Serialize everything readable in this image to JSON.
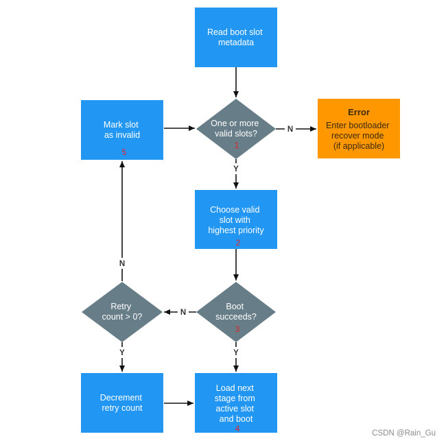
{
  "colors": {
    "process_box": "#2196f3",
    "decision": "#677d87",
    "error_box": "#ff9800",
    "arrow": "#111111",
    "step_number": "#e0222a"
  },
  "nodes": {
    "read_metadata": {
      "lines": [
        "Read boot slot",
        "metadata"
      ]
    },
    "valid_slots": {
      "lines": [
        "One or more",
        "valid slots?"
      ],
      "step": "1"
    },
    "error": {
      "title": "Error",
      "lines": [
        "Enter bootloader",
        "recover mode",
        "(if applicable)"
      ]
    },
    "mark_invalid": {
      "lines": [
        "Mark slot",
        "as invalid"
      ],
      "step": "5"
    },
    "choose_slot": {
      "lines": [
        "Choose valid",
        "slot with",
        "highest priority"
      ],
      "step": "2"
    },
    "boot_succeeds": {
      "lines": [
        "Boot",
        "succeeds?"
      ],
      "step": "3"
    },
    "retry_count": {
      "lines": [
        "Retry",
        "count > 0?"
      ]
    },
    "decrement": {
      "lines": [
        "Decrement",
        "retry count"
      ]
    },
    "load_next": {
      "lines": [
        "Load next",
        "stage from",
        "active slot",
        "and boot"
      ],
      "step": "4"
    }
  },
  "edges": {
    "valid_no": "N",
    "valid_yes": "Y",
    "boot_no": "N",
    "boot_yes": "Y",
    "retry_yes": "Y",
    "retry_no": "N"
  },
  "watermark": "CSDN @Rain_Gu"
}
